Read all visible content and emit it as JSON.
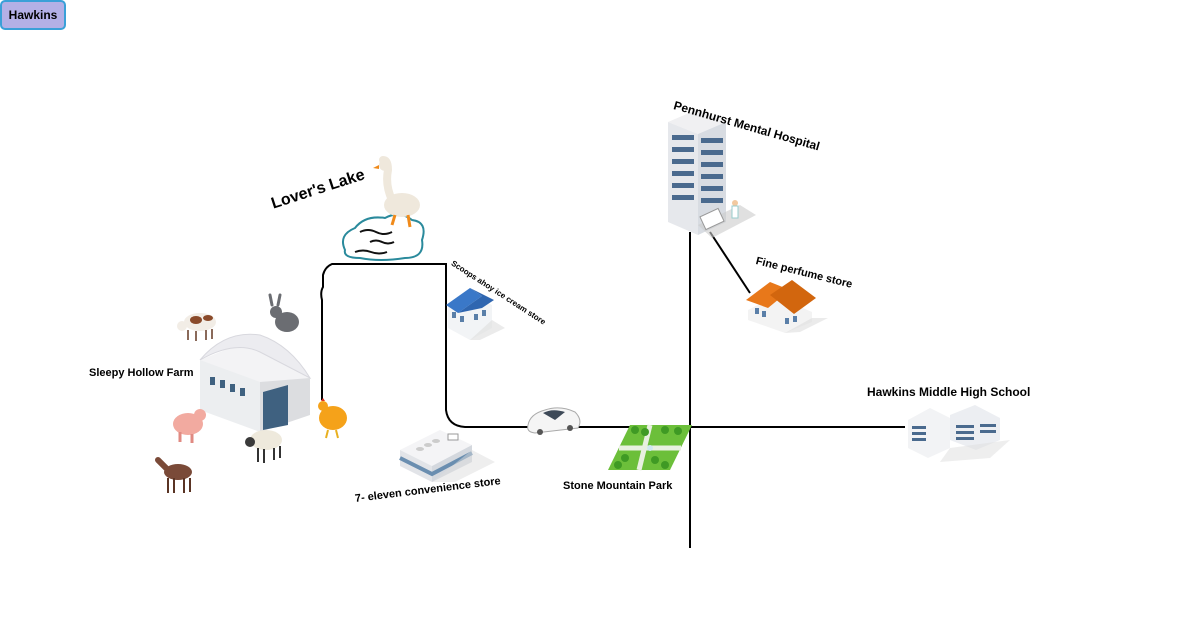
{
  "title": "Hawkins",
  "locations": {
    "lovers_lake": "Lover's Lake",
    "scoops_ahoy": "Scoops ahoy ice cream store",
    "pennhurst": "Pennhurst Mental Hospital",
    "perfume": "Fine perfume store",
    "farm": "Sleepy Hollow Farm",
    "seven_eleven": "7- eleven convenience store",
    "park": "Stone Mountain Park",
    "school": "Hawkins Middle High School"
  },
  "colors": {
    "title_fill": "#b3b0e6",
    "title_border": "#3aa0d8",
    "road": "#000000",
    "lake_outline": "#2a8a9c",
    "roof_blue": "#3a78c8",
    "roof_orange": "#e8781a",
    "park_green": "#5cb832"
  }
}
